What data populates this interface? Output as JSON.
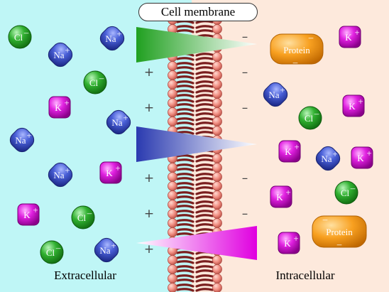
{
  "title": "Cell membrane",
  "regions": {
    "extracellular": "Extracellular",
    "intracellular": "Intracellular"
  },
  "ion_labels": {
    "na": "Na",
    "k": "K",
    "cl": "Cl",
    "protein": "Protein"
  },
  "charge_signs": {
    "plus": "+",
    "minus": "–"
  },
  "colors": {
    "extracellular_bg": "#bff6f6",
    "intracellular_bg": "#fde9dc",
    "membrane_head": "#f08c80",
    "membrane_tail": "#7a1e1e",
    "na": "#3c50c8",
    "k": "#c800c8",
    "cl": "#1e9a1e",
    "protein": "#f59a10",
    "na_gradient": "#2e3fb0",
    "k_gradient": "#e000e0",
    "cl_gradient": "#18a018"
  }
}
